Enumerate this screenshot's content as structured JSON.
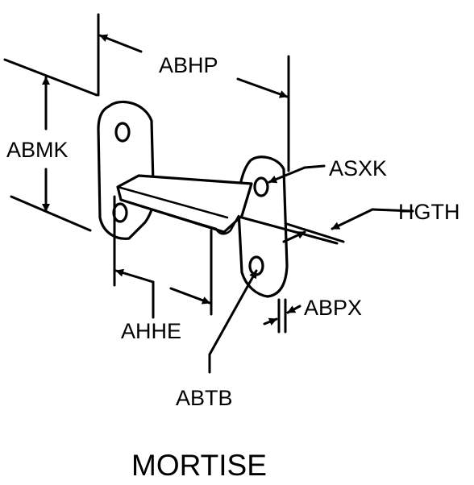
{
  "diagram": {
    "title": "MORTISE",
    "labels": {
      "abhp": "ABHP",
      "abmk": "ABMK",
      "asxk": "ASXK",
      "hgth": "HGTH",
      "abpx": "ABPX",
      "ahhe": "AHHE",
      "abtb": "ABTB"
    }
  }
}
